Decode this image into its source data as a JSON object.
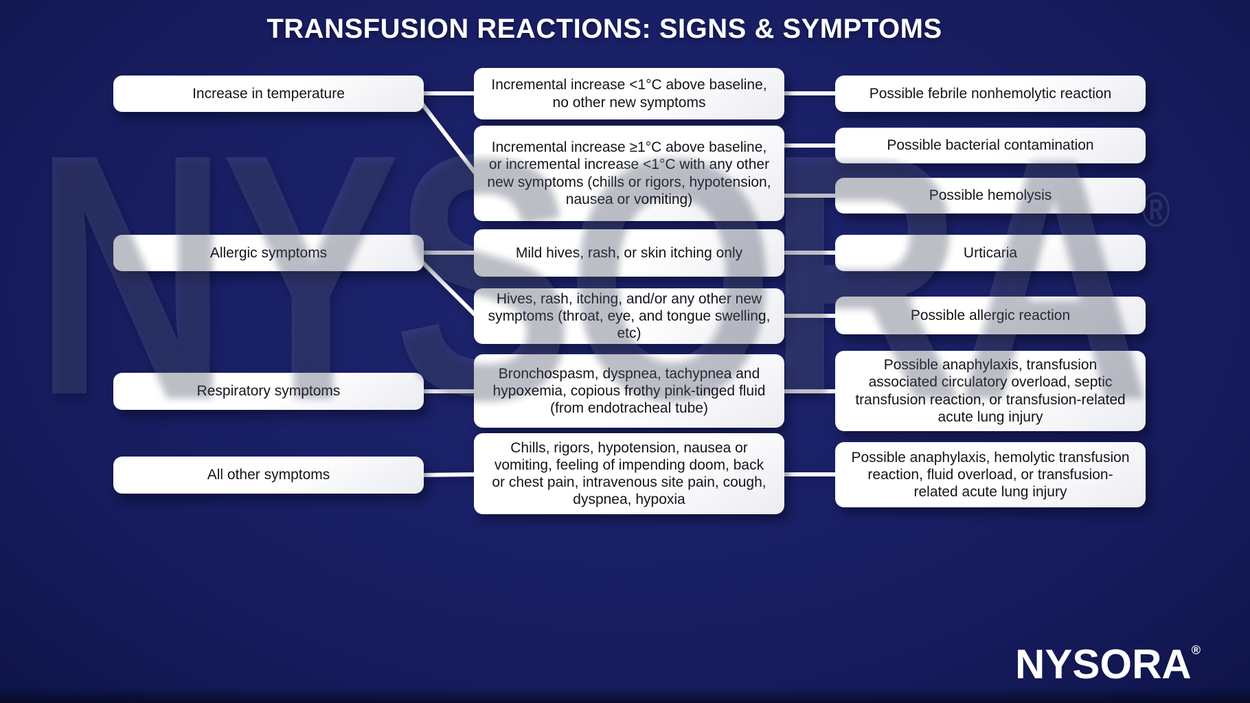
{
  "title": "TRANSFUSION REACTIONS: SIGNS & SYMPTOMS",
  "colors": {
    "background": "#1a2066",
    "box_background": "#ffffff",
    "box_text": "#15151a",
    "title_text": "#ffffff",
    "connector": "#ffffff"
  },
  "watermark": {
    "text": "NYSORA",
    "registered_mark": "®"
  },
  "logo": {
    "text": "NYSORA",
    "registered_mark": "®"
  },
  "flowchart": {
    "groups": [
      {
        "category": "Increase in temperature",
        "findings": [
          {
            "description": "Incremental increase <1°C above baseline, no other new symptoms",
            "outcomes": [
              "Possible febrile nonhemolytic reaction"
            ]
          },
          {
            "description": "Incremental increase ≥1°C above baseline, or incremental increase <1°C with any other new symptoms (chills or rigors, hypotension, nausea or vomiting)",
            "outcomes": [
              "Possible bacterial contamination",
              "Possible hemolysis"
            ]
          }
        ]
      },
      {
        "category": "Allergic symptoms",
        "findings": [
          {
            "description": "Mild hives, rash, or skin itching only",
            "outcomes": [
              "Urticaria"
            ]
          },
          {
            "description": "Hives, rash, itching, and/or any other new symptoms (throat, eye, and tongue swelling, etc)",
            "outcomes": [
              "Possible allergic reaction"
            ]
          }
        ]
      },
      {
        "category": "Respiratory symptoms",
        "findings": [
          {
            "description": "Bronchospasm, dyspnea, tachypnea and hypoxemia, copious frothy pink-tinged fluid (from endotracheal tube)",
            "outcomes": [
              "Possible anaphylaxis, transfusion associated circulatory overload, septic transfusion reaction, or transfusion-related acute lung injury"
            ]
          }
        ]
      },
      {
        "category": "All other symptoms",
        "findings": [
          {
            "description": "Chills, rigors, hypotension, nausea or vomiting, feeling of impending doom, back or chest pain, intravenous site pain, cough, dyspnea, hypoxia",
            "outcomes": [
              "Possible anaphylaxis, hemolytic transfusion reaction, fluid overload, or transfusion-related acute lung injury"
            ]
          }
        ]
      }
    ]
  }
}
